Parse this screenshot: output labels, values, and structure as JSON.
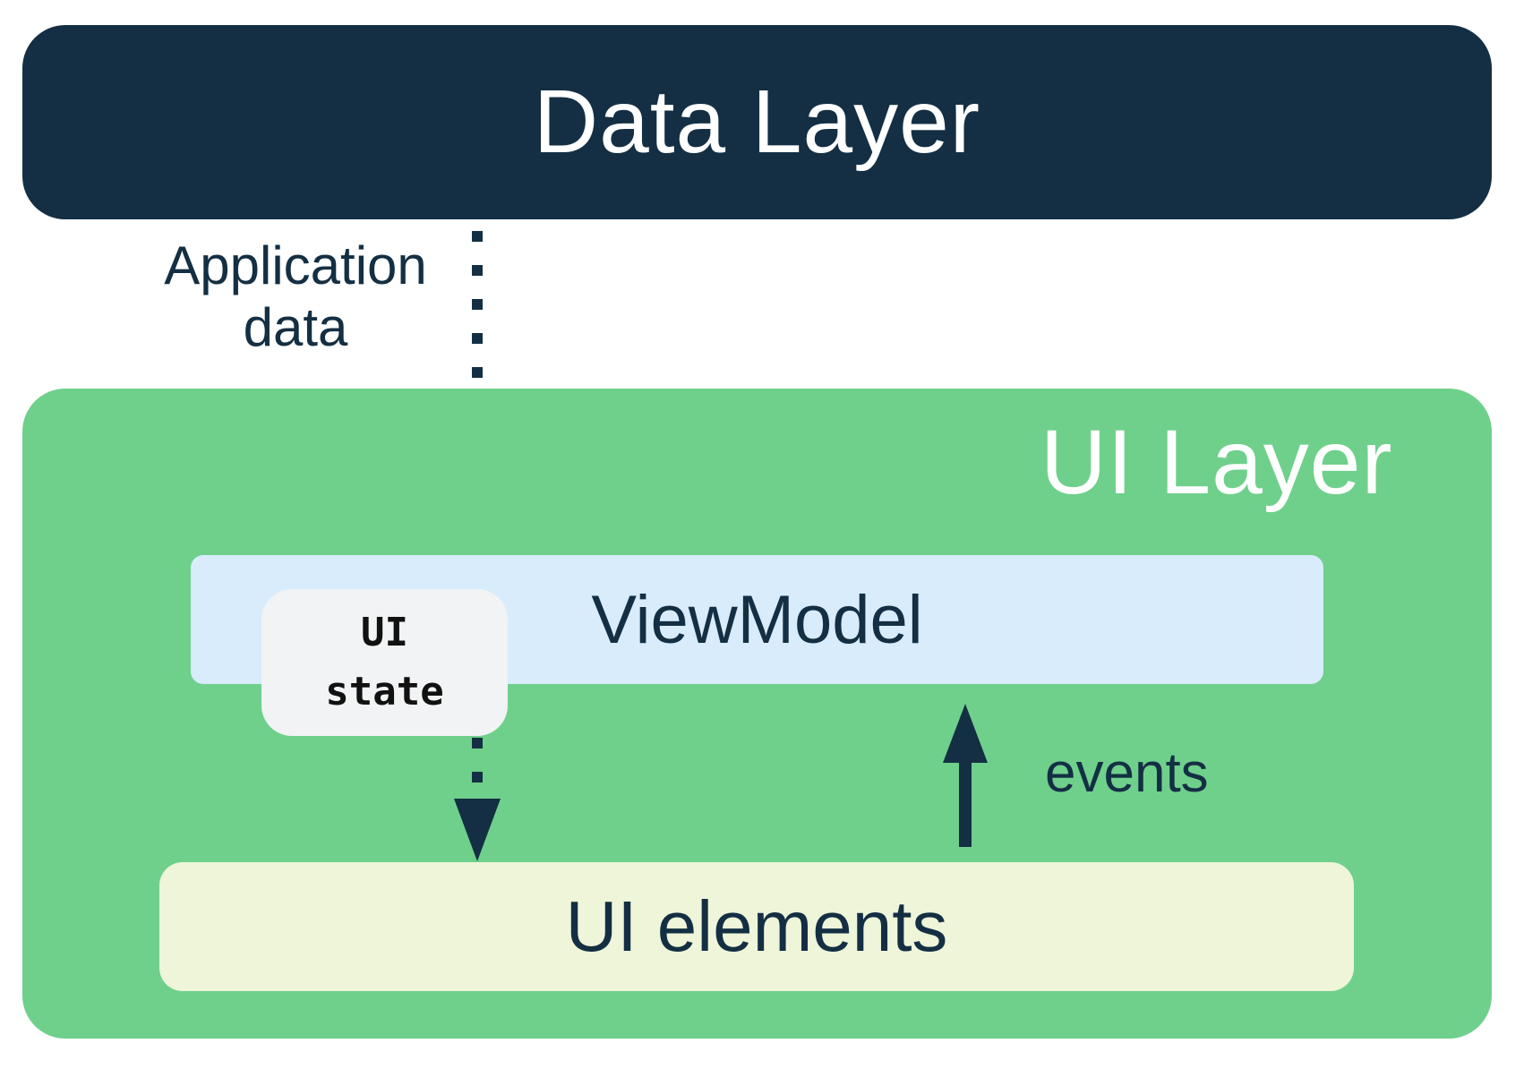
{
  "diagram": {
    "data_layer": {
      "label": "Data Layer"
    },
    "ui_layer": {
      "label": "UI Layer"
    },
    "viewmodel": {
      "label": "ViewModel"
    },
    "ui_state": {
      "label": "UI\nstate"
    },
    "ui_elements": {
      "label": "UI elements"
    },
    "arrows": {
      "application_data": {
        "label": "Application\ndata",
        "style": "dotted",
        "direction": "down",
        "from": "Data Layer",
        "to": "ViewModel"
      },
      "ui_state_flow": {
        "style": "dotted",
        "direction": "down",
        "from": "UI state",
        "to": "UI elements"
      },
      "events": {
        "label": "events",
        "style": "solid",
        "direction": "up",
        "from": "UI elements",
        "to": "ViewModel"
      }
    },
    "colors": {
      "navy": "#142f43",
      "green": "#6fd08c",
      "light_blue": "#d8ecfc",
      "pale_yellow": "#eef5d9",
      "light_gray": "#f1f3f4",
      "white": "#ffffff",
      "black": "#111111"
    }
  }
}
